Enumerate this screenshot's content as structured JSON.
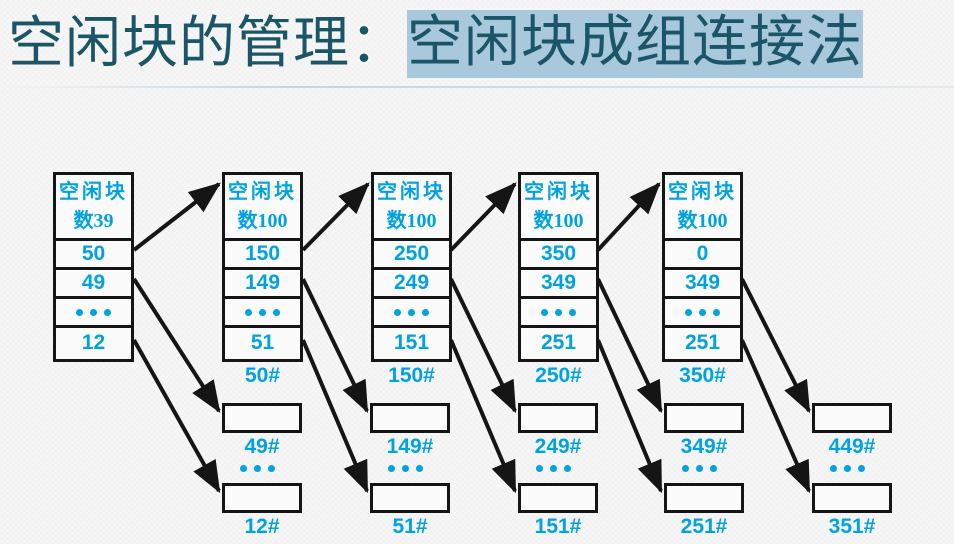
{
  "slide": {
    "title_plain": "空闲块的管理：",
    "title_highlight": "空闲块成组连接法",
    "colors": {
      "accent_blue": "#00a2e0",
      "title_text": "#1b5668",
      "title_highlight_bg": "#a9c8db",
      "stroke": "#151515",
      "background": "#f7f7f7"
    }
  },
  "groups": [
    {
      "id": "group-1",
      "header_line1": "空闲块",
      "header_line2": "数39",
      "entries": [
        "50",
        "49",
        "•••",
        "12"
      ],
      "stack_label": "",
      "blocks": [
        {
          "label": "",
          "has_label": false
        },
        {
          "label": "",
          "has_label": false
        }
      ]
    },
    {
      "id": "group-2",
      "header_line1": "空闲块",
      "header_line2": "数100",
      "entries": [
        "150",
        "149",
        "•••",
        "51"
      ],
      "stack_label": "50#",
      "blocks": [
        {
          "label": "49#",
          "has_label": true
        },
        {
          "label": "12#",
          "has_label": true
        }
      ]
    },
    {
      "id": "group-3",
      "header_line1": "空闲块",
      "header_line2": "数100",
      "entries": [
        "250",
        "249",
        "•••",
        "151"
      ],
      "stack_label": "150#",
      "blocks": [
        {
          "label": "149#",
          "has_label": true
        },
        {
          "label": "51#",
          "has_label": true
        }
      ]
    },
    {
      "id": "group-4",
      "header_line1": "空闲块",
      "header_line2": "数100",
      "entries": [
        "350",
        "349",
        "•••",
        "251"
      ],
      "stack_label": "250#",
      "blocks": [
        {
          "label": "249#",
          "has_label": true
        },
        {
          "label": "151#",
          "has_label": true
        }
      ]
    },
    {
      "id": "group-5",
      "header_line1": "空闲块",
      "header_line2": "数100",
      "entries": [
        "0",
        "349",
        "•••",
        "251"
      ],
      "stack_label": "350#",
      "blocks": [
        {
          "label": "349#",
          "has_label": true
        },
        {
          "label": "251#",
          "has_label": true
        }
      ]
    },
    {
      "id": "group-6",
      "header_line1": "",
      "header_line2": "",
      "entries": [],
      "stack_label": "",
      "blocks": [
        {
          "label": "449#",
          "has_label": true
        },
        {
          "label": "351#",
          "has_label": true
        }
      ]
    }
  ]
}
